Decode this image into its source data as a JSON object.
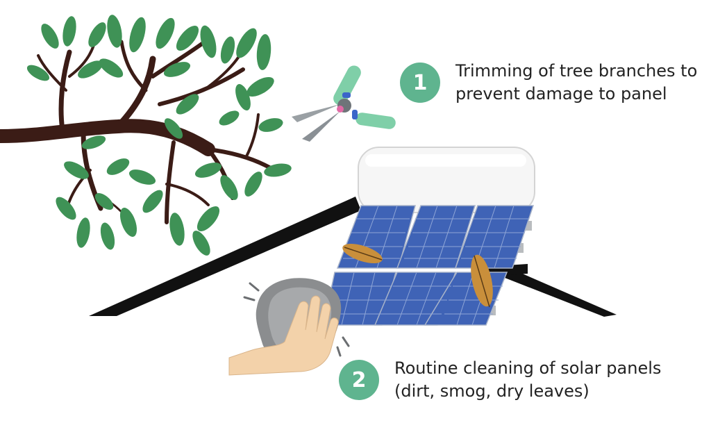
{
  "steps": [
    {
      "number": "1",
      "line1": "Trimming of tree branches to",
      "line2": "prevent damage to panel"
    },
    {
      "number": "2",
      "line1": "Routine cleaning of solar panels",
      "line2": "(dirt, smog, dry leaves)"
    }
  ],
  "icons": [
    "tree-branch-icon",
    "pruning-shears-icon",
    "solar-water-heater-icon",
    "roof-icon",
    "cleaning-hand-icon",
    "dry-leaf-icon"
  ],
  "colors": {
    "badge": "#5fb48f",
    "leaf": "#3f9256",
    "branch": "#3b1c16",
    "panel": "#4a6fc0",
    "roof": "#111111",
    "dry_leaf": "#c98f3b"
  }
}
